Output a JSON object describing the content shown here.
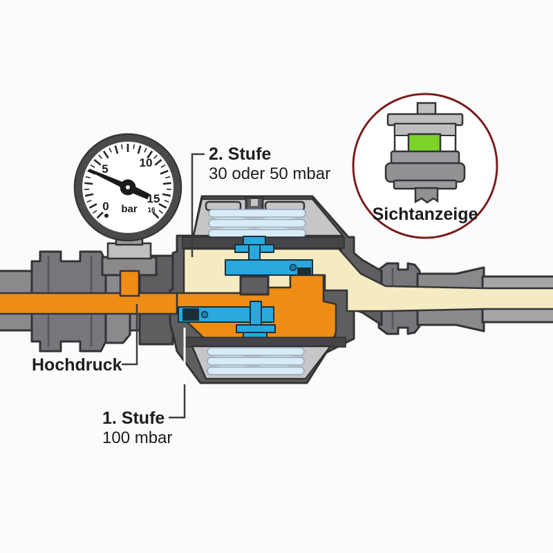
{
  "labels": {
    "stage2": {
      "title": "2. Stufe",
      "subtitle": "30 oder 50 mbar"
    },
    "stage1": {
      "title": "1. Stufe",
      "subtitle": "100 mbar"
    },
    "high_pressure": "Hochdruck",
    "sight_indicator": "Sichtanzeige"
  },
  "gauge": {
    "unit": "bar",
    "min": 0,
    "max": 16,
    "needle_value": 4.1,
    "tick_labels": [
      {
        "value": 0,
        "text": "0"
      },
      {
        "value": 5,
        "text": "5"
      },
      {
        "value": 10,
        "text": "10"
      },
      {
        "value": 15,
        "text": "15"
      },
      {
        "value": 16,
        "text": "16"
      }
    ]
  },
  "colors": {
    "background": "#FBFBFB",
    "outline": "#333336",
    "body_gray": "#5E5E61",
    "dark_band": "#454548",
    "pipe_gray": "#8A8A8D",
    "pipe_light": "#A6A6A9",
    "nut_gray": "#77777B",
    "light_gray": "#C6C6C9",
    "steel_light": "#BFBFC2",
    "high_pressure_orange": "#EF8C13",
    "low_pressure_cream": "#F5EBC2",
    "valve_blue": "#29A8DD",
    "valve_dark": "#1A2E38",
    "spring_blue": "#D8ECF8",
    "indicator_green": "#7CD32A",
    "indicator_ring": "#7A1C1C",
    "label_text": "#1D1D1F"
  }
}
